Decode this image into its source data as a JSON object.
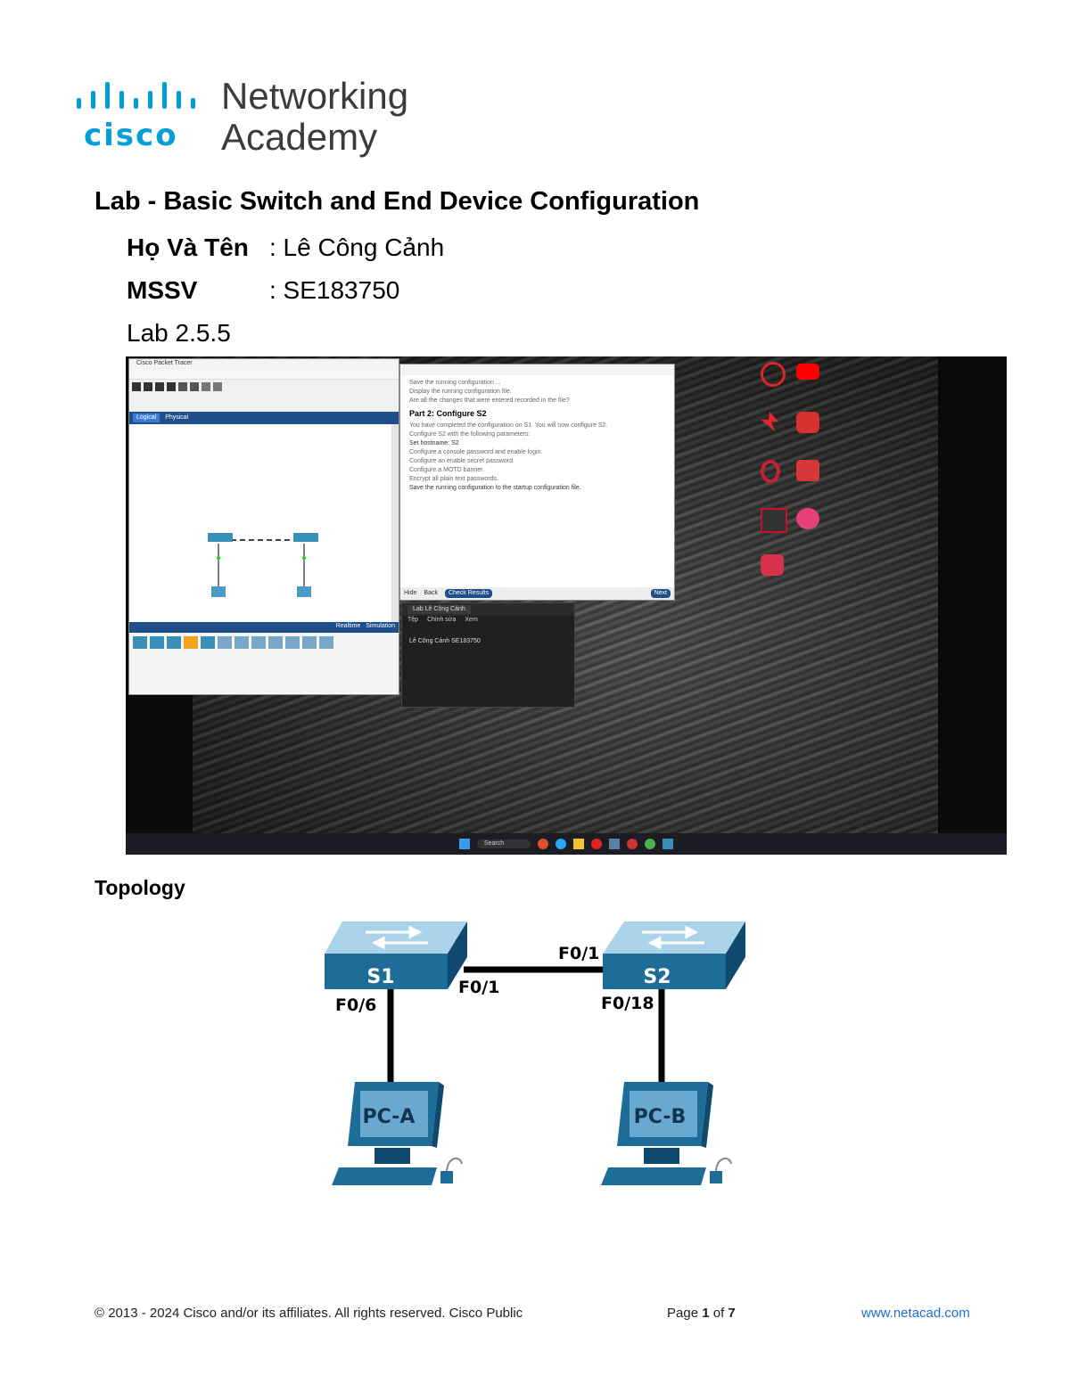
{
  "logo": {
    "brand": "cisco",
    "line1": "Networking",
    "line2": "Academy"
  },
  "header": {
    "title": "Lab - Basic Switch and End Device Configuration",
    "name_label": "Họ Và Tên",
    "name_value": ": Lê Công Cảnh",
    "id_label": "MSSV",
    "id_value": ": SE183750",
    "lab_label": "Lab 2.5.5"
  },
  "screenshot": {
    "pt_title": "Cisco Packet Tracer",
    "pt_tabs": [
      "Logical",
      "Physical"
    ],
    "pt_bottom": [
      "Realtime",
      "Simulation"
    ],
    "doc_heading": "Part 2: Configure S2",
    "doc_items": [
      "Set hostname: S2",
      "Save the running configuration to the startup configuration file."
    ],
    "doc_footer": [
      "Hide",
      "Back",
      "Check Results",
      "Next"
    ],
    "terminal_tab": "Lab Lê Công Cảnh",
    "terminal_menu": [
      "Tệp",
      "Chỉnh sửa",
      "Xem"
    ],
    "terminal_text": "Lê Công Cảnh SE183750",
    "taskbar_search": "Search",
    "desktop_icons_colors": [
      "#e02424",
      "#ff0000",
      "#e0262b",
      "#d63030",
      "#cc1f2d",
      "#d4363c",
      "#c8102e",
      "#e6407a",
      "#d9304b"
    ]
  },
  "section": {
    "topology_heading": "Topology"
  },
  "topology": {
    "devices": [
      "S1",
      "S2",
      "PC-A",
      "PC-B"
    ],
    "ports": {
      "s1_to_s2": "F0/1",
      "s2_to_s1": "F0/1",
      "s1_to_pca": "F0/6",
      "s2_to_pcb": "F0/18"
    }
  },
  "footer": {
    "copyright": "© 2013 - 2024 Cisco and/or its affiliates. All rights reserved. Cisco Public",
    "page_prefix": "Page",
    "page_num": "1",
    "page_of": "of",
    "page_total": "7",
    "url": "www.netacad.com"
  }
}
